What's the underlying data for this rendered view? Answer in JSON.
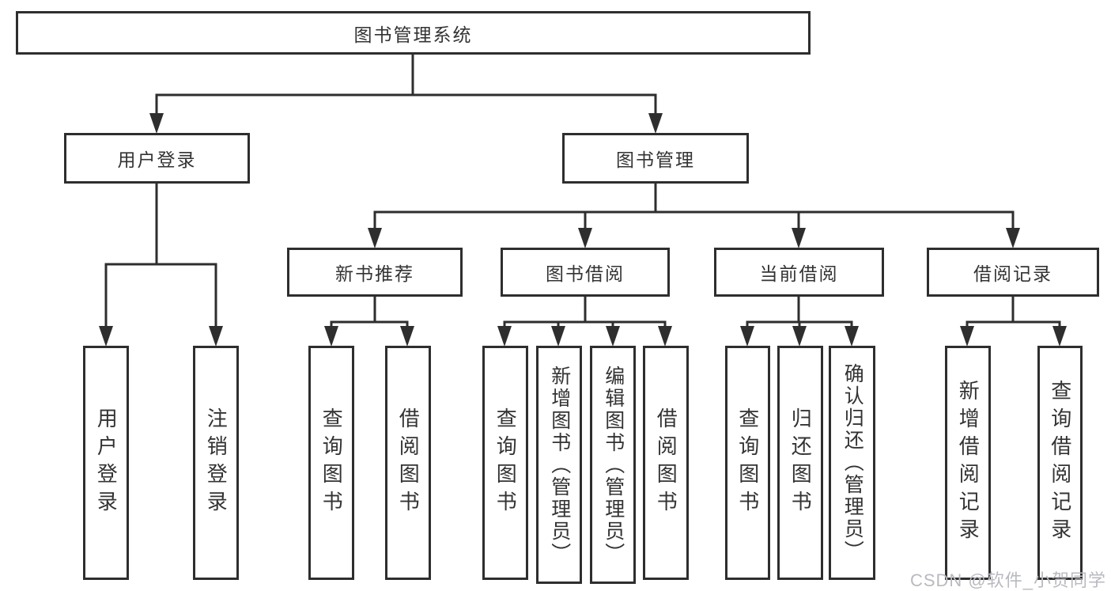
{
  "diagram_title": "图书管理系统",
  "colors": {
    "line": "#2e2e2e",
    "text": "#333333",
    "background": "#ffffff",
    "watermark": "#b9bac0"
  },
  "watermark": "CSDN @软件_小贺同学",
  "tree": {
    "root": {
      "label": "图书管理系统"
    },
    "branches": [
      {
        "label": "用户登录",
        "children": [
          {
            "label": "用户登录"
          },
          {
            "label": "注销登录"
          }
        ]
      },
      {
        "label": "图书管理",
        "children": [
          {
            "label": "新书推荐",
            "children": [
              {
                "label": "查询图书"
              },
              {
                "label": "借阅图书"
              }
            ]
          },
          {
            "label": "图书借阅",
            "children": [
              {
                "label": "查询图书"
              },
              {
                "label": "新增图书（管理员）"
              },
              {
                "label": "编辑图书（管理员）"
              },
              {
                "label": "借阅图书"
              }
            ]
          },
          {
            "label": "当前借阅",
            "children": [
              {
                "label": "查询图书"
              },
              {
                "label": "归还图书"
              },
              {
                "label": "确认归还（管理员）"
              }
            ]
          },
          {
            "label": "借阅记录",
            "children": [
              {
                "label": "新增借阅记录"
              },
              {
                "label": "查询借阅记录"
              }
            ]
          }
        ]
      }
    ]
  }
}
